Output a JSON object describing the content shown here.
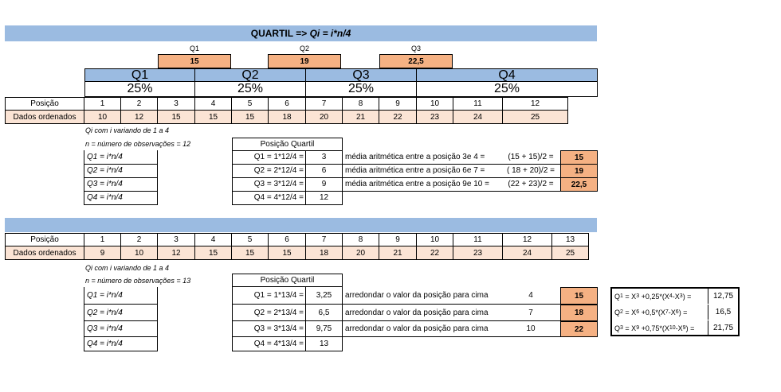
{
  "title_prefix": "QUARTIL => ",
  "title_formula": "Qi = i*n/4",
  "section1": {
    "top_labels": [
      "Q1",
      "Q2",
      "Q3"
    ],
    "top_values": [
      "15",
      "19",
      "22,5"
    ],
    "quart_headers": [
      "Q1",
      "Q2",
      "Q3",
      "Q4"
    ],
    "quart_percents": [
      "25%",
      "25%",
      "25%",
      "25%"
    ],
    "posicao_label": "Posição",
    "dados_label": "Dados ordenados",
    "positions": [
      "1",
      "2",
      "3",
      "4",
      "5",
      "6",
      "7",
      "8",
      "9",
      "10",
      "11",
      "12"
    ],
    "data": [
      "10",
      "12",
      "15",
      "15",
      "15",
      "18",
      "20",
      "21",
      "22",
      "23",
      "24",
      "25"
    ],
    "note1": "Qi com i variando de 1 a 4",
    "note2": "n = número de observações = 12",
    "posicao_quartil_label": "Posição Quartil",
    "formulas": [
      "Q1 = i*n/4",
      "Q2 = i*n/4",
      "Q3 = i*n/4",
      "Q4 = i*n/4"
    ],
    "calc_labels": [
      "Q1 = 1*12/4 =",
      "Q2 = 2*12/4 =",
      "Q3 = 3*12/4 =",
      "Q4 = 4*12/4 ="
    ],
    "calc_values": [
      "3",
      "6",
      "9",
      "12"
    ],
    "explanations": [
      "média aritmética entre a posição 3e 4 =",
      "média aritmética entre a posição 6e 7 =",
      "média aritmética entre a posição 9e 10 ="
    ],
    "expressions": [
      "(15 + 15)/2 =",
      "( 18 + 20)/2 =",
      "(22 + 23)/2 ="
    ],
    "results": [
      "15",
      "19",
      "22,5"
    ]
  },
  "section2": {
    "posicao_label": "Posição",
    "dados_label": "Dados ordenados",
    "positions": [
      "1",
      "2",
      "3",
      "4",
      "5",
      "6",
      "7",
      "8",
      "9",
      "10",
      "11",
      "12",
      "13"
    ],
    "data": [
      "9",
      "10",
      "12",
      "15",
      "15",
      "15",
      "18",
      "20",
      "21",
      "22",
      "23",
      "24",
      "25"
    ],
    "note1": "Qi com i variando de 1 a 4",
    "note2": "n = número de observações = 13",
    "posicao_quartil_label": "Posição Quartil",
    "formulas": [
      "Q1 = i*n/4",
      "Q2 = i*n/4",
      "Q3 = i*n/4",
      "Q4 = i*n/4"
    ],
    "calc_labels": [
      "Q1 = 1*13/4 =",
      "Q2 = 2*13/4 =",
      "Q3 = 3*13/4 =",
      "Q4 = 4*13/4 ="
    ],
    "calc_values": [
      "3,25",
      "6,5",
      "9,75",
      "13"
    ],
    "explanations": [
      "arredondar o valor da posição para cima",
      "arredondar o valor da posição para cima",
      "arredondar o valor da posição para cima"
    ],
    "rounded_positions": [
      "4",
      "7",
      "10"
    ],
    "results": [
      "15",
      "18",
      "22"
    ],
    "interp_values": [
      "12,75",
      "16,5",
      "21,75"
    ]
  }
}
